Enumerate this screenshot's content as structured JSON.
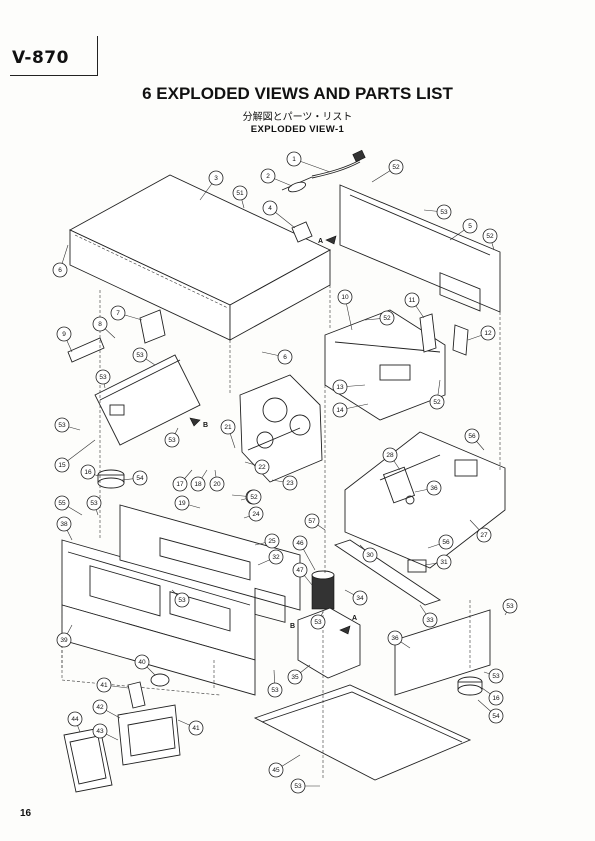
{
  "header": {
    "model": "V-870",
    "title": "6 EXPLODED VIEWS AND PARTS LIST",
    "subtitle_jp": "分解図とパーツ・リスト",
    "view_title": "EXPLODED VIEW-1"
  },
  "footer": {
    "page_number": "16"
  },
  "callouts": [
    "1",
    "2",
    "3",
    "4",
    "5",
    "6",
    "7",
    "8",
    "9",
    "10",
    "11",
    "12",
    "13",
    "14",
    "15",
    "16",
    "17",
    "18",
    "19",
    "20",
    "21",
    "22",
    "23",
    "24",
    "25",
    "26",
    "27",
    "28",
    "30",
    "31",
    "32",
    "33",
    "34",
    "35",
    "36",
    "38",
    "39",
    "40",
    "41",
    "42",
    "43",
    "44",
    "45",
    "46",
    "47",
    "51",
    "52",
    "53",
    "54",
    "55",
    "56",
    "57"
  ],
  "markers": {
    "a": "A",
    "b": "B"
  }
}
